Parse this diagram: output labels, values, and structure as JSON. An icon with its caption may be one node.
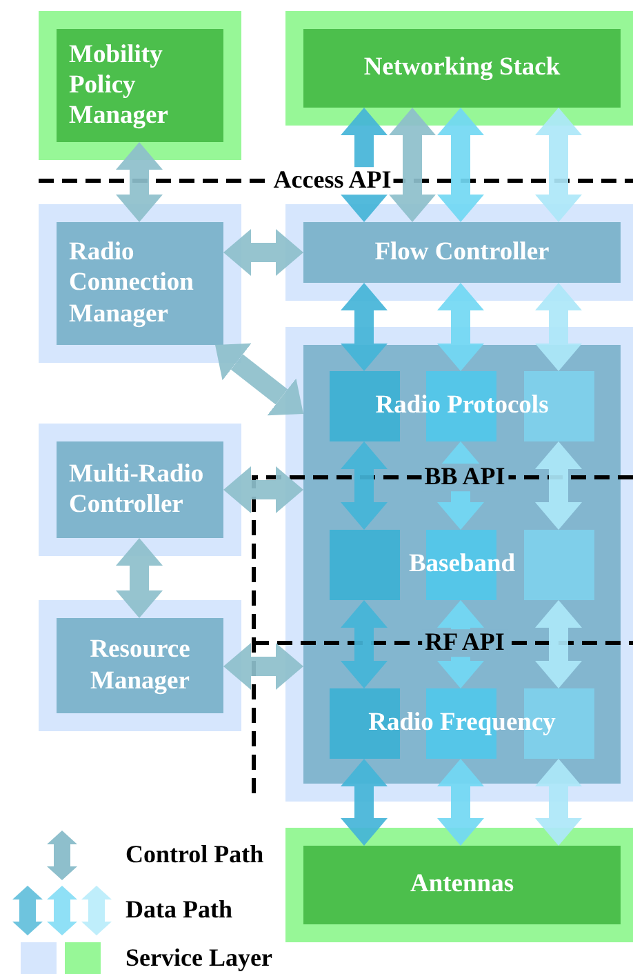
{
  "diagram": {
    "nodes": [
      {
        "text": [
          "Mobility Policy Manager"
        ]
      },
      {
        "text": [
          "Networking Stack"
        ]
      },
      {
        "text": [
          "Radio Connection Manager"
        ]
      },
      {
        "text": [
          "Flow Controller"
        ]
      },
      {
        "text": [],
        "shape": "box"
      },
      {
        "text": [
          "Radio Protocols"
        ],
        "in": 4
      },
      {
        "text": [
          "Multi-Radio Controller"
        ]
      },
      {
        "text": [
          "Baseband"
        ],
        "in": 4
      },
      {
        "text": [
          "Resource Manager"
        ]
      },
      {
        "text": [
          "Radio Frequency"
        ],
        "in": 4
      },
      {
        "text": [
          "Antennas"
        ]
      }
    ],
    "edges": [
      {
        "from": 0,
        "to": 2,
        "arrow": "both"
      },
      {
        "from": 1,
        "to": 3,
        "arrow": "both",
        "color": "#45b5d8"
      },
      {
        "from": 1,
        "to": 3,
        "arrow": "both"
      },
      {
        "from": 1,
        "to": 3,
        "arrow": "both",
        "color": "#72d8f4"
      },
      {
        "from": 1,
        "to": 3,
        "arrow": "both",
        "color": "#ade8f9"
      },
      {
        "from": 2,
        "to": 3,
        "arrow": "both"
      },
      {
        "from": 3,
        "to": 5,
        "arrow": "both",
        "color": "#45b5d8"
      },
      {
        "from": 3,
        "to": 5,
        "arrow": "both",
        "color": "#72d8f4"
      },
      {
        "from": 3,
        "to": 5,
        "arrow": "both",
        "color": "#ade8f9"
      },
      {
        "from": 2,
        "to": 4,
        "arrow": "both"
      },
      {
        "from": 5,
        "to": 7,
        "arrow": "both",
        "color": "#45b5d8"
      },
      {
        "from": 5,
        "to": 7,
        "arrow": "both",
        "color": "#72d8f4"
      },
      {
        "from": 5,
        "to": 7,
        "arrow": "both",
        "color": "#ade8f9"
      },
      {
        "from": 6,
        "to": 4,
        "arrow": "both"
      },
      {
        "from": 6,
        "to": 8,
        "arrow": "both"
      },
      {
        "from": 8,
        "to": 4,
        "arrow": "both"
      },
      {
        "from": 7,
        "to": 9,
        "arrow": "both",
        "color": "#45b5d8"
      },
      {
        "from": 7,
        "to": 9,
        "arrow": "both",
        "color": "#72d8f4"
      },
      {
        "from": 7,
        "to": 9,
        "arrow": "both",
        "color": "#ade8f9"
      },
      {
        "from": 9,
        "to": 10,
        "arrow": "both",
        "color": "#45b5d8"
      },
      {
        "from": 9,
        "to": 10,
        "arrow": "both",
        "color": "#72d8f4"
      },
      {
        "from": 9,
        "to": 10,
        "arrow": "both",
        "color": "#ade8f9"
      }
    ],
    "labels": [
      "Access API",
      "BB API",
      "RF API"
    ],
    "legend": [
      {
        "text": "Control Path"
      },
      {
        "text": "Data Path"
      },
      {
        "text": "Service Layer",
        "color": "#d6e6fd"
      }
    ]
  }
}
